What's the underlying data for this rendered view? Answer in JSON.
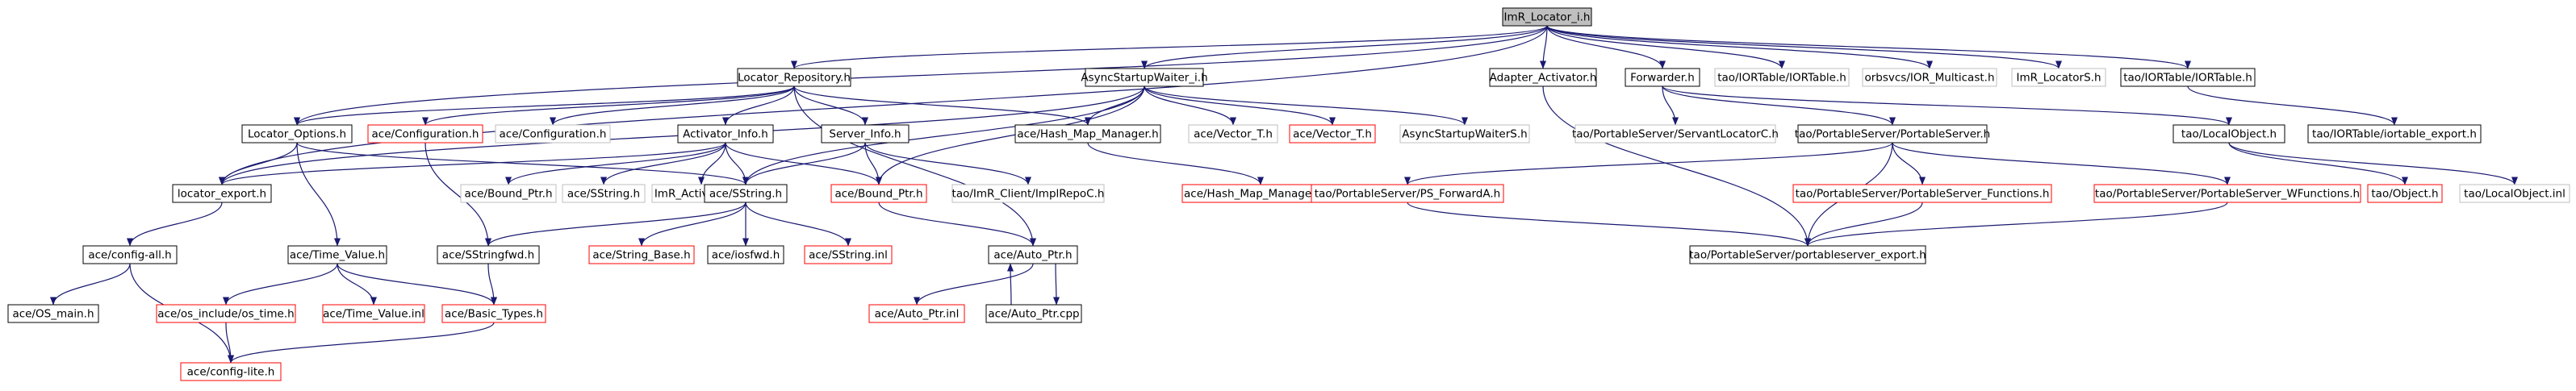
{
  "diagram": {
    "nodes": [
      {
        "id": "root",
        "label": "ImR_Locator_i.h",
        "style": "root"
      },
      {
        "id": "locator_repository",
        "label": "Locator_Repository.h",
        "style": "black"
      },
      {
        "id": "async_startup_waiter_i",
        "label": "AsyncStartupWaiter_i.h",
        "style": "black"
      },
      {
        "id": "adapter_activator",
        "label": "Adapter_Activator.h",
        "style": "black"
      },
      {
        "id": "forwarder",
        "label": "Forwarder.h",
        "style": "black"
      },
      {
        "id": "tao_iortable_iortable",
        "label": "tao/IORTable/IORTable.h",
        "style": "gray"
      },
      {
        "id": "orbsvcs_ior_multicast",
        "label": "orbsvcs/IOR_Multicast.h",
        "style": "gray"
      },
      {
        "id": "imr_locators",
        "label": "ImR_LocatorS.h",
        "style": "gray"
      },
      {
        "id": "tao_iortable_iortable_b",
        "label": "tao/IORTable/IORTable.h",
        "style": "black"
      },
      {
        "id": "locator_options",
        "label": "Locator_Options.h",
        "style": "black"
      },
      {
        "id": "ace_configuration_red",
        "label": "ace/Configuration.h",
        "style": "red"
      },
      {
        "id": "ace_configuration_gray",
        "label": "ace/Configuration.h",
        "style": "gray"
      },
      {
        "id": "activator_info",
        "label": "Activator_Info.h",
        "style": "black"
      },
      {
        "id": "server_info",
        "label": "Server_Info.h",
        "style": "black"
      },
      {
        "id": "ace_hash_map_manager",
        "label": "ace/Hash_Map_Manager.h",
        "style": "black"
      },
      {
        "id": "ace_vector_t_gray",
        "label": "ace/Vector_T.h",
        "style": "gray"
      },
      {
        "id": "ace_vector_t_red",
        "label": "ace/Vector_T.h",
        "style": "red"
      },
      {
        "id": "async_startup_waiters",
        "label": "AsyncStartupWaiterS.h",
        "style": "gray"
      },
      {
        "id": "tao_ps_servantlocatorc",
        "label": "tao/PortableServer/ServantLocatorC.h",
        "style": "gray"
      },
      {
        "id": "tao_ps_portableserver",
        "label": "tao/PortableServer/PortableServer.h",
        "style": "black"
      },
      {
        "id": "tao_localobject",
        "label": "tao/LocalObject.h",
        "style": "black"
      },
      {
        "id": "tao_iortable_iortable_export",
        "label": "tao/IORTable/iortable_export.h",
        "style": "black"
      },
      {
        "id": "locator_export",
        "label": "locator_export.h",
        "style": "black"
      },
      {
        "id": "ace_bound_ptr_gray",
        "label": "ace/Bound_Ptr.h",
        "style": "gray"
      },
      {
        "id": "ace_sstring_gray",
        "label": "ace/SString.h",
        "style": "gray"
      },
      {
        "id": "imr_activatorc",
        "label": "ImR_ActivatorC.h",
        "style": "gray"
      },
      {
        "id": "ace_sstring",
        "label": "ace/SString.h",
        "style": "black"
      },
      {
        "id": "ace_bound_ptr_red",
        "label": "ace/Bound_Ptr.h",
        "style": "red"
      },
      {
        "id": "tao_imr_client_implrepoc",
        "label": "tao/ImR_Client/ImplRepoC.h",
        "style": "gray"
      },
      {
        "id": "ace_hash_map_manager_t",
        "label": "ace/Hash_Map_Manager_T.h",
        "style": "red"
      },
      {
        "id": "tao_ps_ps_forwarda",
        "label": "tao/PortableServer/PS_ForwardA.h",
        "style": "red"
      },
      {
        "id": "tao_ps_portableserver_functions",
        "label": "tao/PortableServer/PortableServer_Functions.h",
        "style": "red"
      },
      {
        "id": "tao_ps_portableserver_wfunctions",
        "label": "tao/PortableServer/PortableServer_WFunctions.h",
        "style": "red"
      },
      {
        "id": "tao_object",
        "label": "tao/Object.h",
        "style": "red"
      },
      {
        "id": "tao_localobject_inl",
        "label": "tao/LocalObject.inl",
        "style": "gray"
      },
      {
        "id": "ace_config_all",
        "label": "ace/config-all.h",
        "style": "black"
      },
      {
        "id": "ace_time_value",
        "label": "ace/Time_Value.h",
        "style": "black"
      },
      {
        "id": "ace_sstringfwd",
        "label": "ace/SStringfwd.h",
        "style": "black"
      },
      {
        "id": "ace_string_base",
        "label": "ace/String_Base.h",
        "style": "red"
      },
      {
        "id": "ace_iosfwd",
        "label": "ace/iosfwd.h",
        "style": "black"
      },
      {
        "id": "ace_sstring_inl",
        "label": "ace/SString.inl",
        "style": "red"
      },
      {
        "id": "ace_auto_ptr",
        "label": "ace/Auto_Ptr.h",
        "style": "black"
      },
      {
        "id": "tao_ps_portableserver_export",
        "label": "tao/PortableServer/portableserver_export.h",
        "style": "black"
      },
      {
        "id": "ace_os_main",
        "label": "ace/OS_main.h",
        "style": "black"
      },
      {
        "id": "ace_os_include_os_time",
        "label": "ace/os_include/os_time.h",
        "style": "red"
      },
      {
        "id": "ace_time_value_inl",
        "label": "ace/Time_Value.inl",
        "style": "red"
      },
      {
        "id": "ace_basic_types",
        "label": "ace/Basic_Types.h",
        "style": "red"
      },
      {
        "id": "ace_auto_ptr_inl",
        "label": "ace/Auto_Ptr.inl",
        "style": "red"
      },
      {
        "id": "ace_auto_ptr_cpp",
        "label": "ace/Auto_Ptr.cpp",
        "style": "black"
      },
      {
        "id": "ace_config_lite",
        "label": "ace/config-lite.h",
        "style": "red"
      }
    ],
    "edges": [
      {
        "from": "root",
        "to": "locator_repository"
      },
      {
        "from": "root",
        "to": "async_startup_waiter_i"
      },
      {
        "from": "root",
        "to": "adapter_activator"
      },
      {
        "from": "root",
        "to": "forwarder"
      },
      {
        "from": "root",
        "to": "tao_iortable_iortable"
      },
      {
        "from": "root",
        "to": "orbsvcs_ior_multicast"
      },
      {
        "from": "root",
        "to": "imr_locators"
      },
      {
        "from": "root",
        "to": "tao_iortable_iortable_b"
      },
      {
        "from": "root",
        "to": "locator_options"
      },
      {
        "from": "root",
        "to": "locator_export"
      },
      {
        "from": "locator_repository",
        "to": "locator_options"
      },
      {
        "from": "locator_repository",
        "to": "ace_configuration_red"
      },
      {
        "from": "locator_repository",
        "to": "ace_configuration_gray"
      },
      {
        "from": "locator_repository",
        "to": "activator_info"
      },
      {
        "from": "locator_repository",
        "to": "server_info"
      },
      {
        "from": "locator_repository",
        "to": "ace_hash_map_manager"
      },
      {
        "from": "locator_repository",
        "to": "ace_auto_ptr"
      },
      {
        "from": "async_startup_waiter_i",
        "to": "locator_export"
      },
      {
        "from": "async_startup_waiter_i",
        "to": "ace_sstring"
      },
      {
        "from": "async_startup_waiter_i",
        "to": "ace_hash_map_manager"
      },
      {
        "from": "async_startup_waiter_i",
        "to": "ace_vector_t_gray"
      },
      {
        "from": "async_startup_waiter_i",
        "to": "ace_vector_t_red"
      },
      {
        "from": "async_startup_waiter_i",
        "to": "async_startup_waiters"
      },
      {
        "from": "async_startup_waiter_i",
        "to": "ace_bound_ptr_red"
      },
      {
        "from": "adapter_activator",
        "to": "tao_ps_portableserver_export"
      },
      {
        "from": "forwarder",
        "to": "tao_ps_servantlocatorc"
      },
      {
        "from": "forwarder",
        "to": "tao_ps_portableserver"
      },
      {
        "from": "forwarder",
        "to": "tao_localobject"
      },
      {
        "from": "tao_iortable_iortable_b",
        "to": "tao_iortable_iortable_export"
      },
      {
        "from": "locator_options",
        "to": "locator_export"
      },
      {
        "from": "locator_options",
        "to": "ace_time_value"
      },
      {
        "from": "locator_options",
        "to": "ace_sstring"
      },
      {
        "from": "ace_configuration_red",
        "to": "ace_sstringfwd"
      },
      {
        "from": "activator_info",
        "to": "locator_export"
      },
      {
        "from": "activator_info",
        "to": "ace_bound_ptr_gray"
      },
      {
        "from": "activator_info",
        "to": "ace_sstring_gray"
      },
      {
        "from": "activator_info",
        "to": "imr_activatorc"
      },
      {
        "from": "activator_info",
        "to": "ace_sstring"
      },
      {
        "from": "activator_info",
        "to": "ace_bound_ptr_red"
      },
      {
        "from": "server_info",
        "to": "ace_sstring"
      },
      {
        "from": "server_info",
        "to": "ace_bound_ptr_red"
      },
      {
        "from": "server_info",
        "to": "tao_imr_client_implrepoc"
      },
      {
        "from": "ace_hash_map_manager",
        "to": "ace_hash_map_manager_t"
      },
      {
        "from": "tao_ps_portableserver",
        "to": "tao_ps_ps_forwarda"
      },
      {
        "from": "tao_ps_portableserver",
        "to": "tao_ps_portableserver_functions"
      },
      {
        "from": "tao_ps_portableserver",
        "to": "tao_ps_portableserver_wfunctions"
      },
      {
        "from": "tao_ps_portableserver",
        "to": "tao_ps_portableserver_export"
      },
      {
        "from": "tao_localobject",
        "to": "tao_object"
      },
      {
        "from": "tao_localobject",
        "to": "tao_localobject_inl"
      },
      {
        "from": "locator_export",
        "to": "ace_config_all"
      },
      {
        "from": "ace_sstring",
        "to": "ace_sstringfwd"
      },
      {
        "from": "ace_sstring",
        "to": "ace_string_base"
      },
      {
        "from": "ace_sstring",
        "to": "ace_iosfwd"
      },
      {
        "from": "ace_sstring",
        "to": "ace_sstring_inl"
      },
      {
        "from": "ace_bound_ptr_red",
        "to": "ace_auto_ptr"
      },
      {
        "from": "tao_ps_ps_forwarda",
        "to": "tao_ps_portableserver_export"
      },
      {
        "from": "tao_ps_portableserver_functions",
        "to": "tao_ps_portableserver_export"
      },
      {
        "from": "tao_ps_portableserver_wfunctions",
        "to": "tao_ps_portableserver_export"
      },
      {
        "from": "ace_config_all",
        "to": "ace_os_main"
      },
      {
        "from": "ace_config_all",
        "to": "ace_config_lite"
      },
      {
        "from": "ace_time_value",
        "to": "ace_os_include_os_time"
      },
      {
        "from": "ace_time_value",
        "to": "ace_time_value_inl"
      },
      {
        "from": "ace_time_value",
        "to": "ace_basic_types"
      },
      {
        "from": "ace_sstringfwd",
        "to": "ace_basic_types"
      },
      {
        "from": "ace_auto_ptr",
        "to": "ace_auto_ptr_inl"
      },
      {
        "from": "ace_auto_ptr",
        "to": "ace_auto_ptr_cpp"
      },
      {
        "from": "ace_auto_ptr_cpp",
        "to": "ace_auto_ptr"
      },
      {
        "from": "ace_os_include_os_time",
        "to": "ace_config_lite"
      },
      {
        "from": "ace_basic_types",
        "to": "ace_config_lite"
      }
    ],
    "colors": {
      "black_border": "#000000",
      "gray_border": "#bfbfbf",
      "red_border": "#ff0000",
      "root_fill": "#bfbfbf",
      "edge": "#191970",
      "text": "#000000"
    }
  }
}
